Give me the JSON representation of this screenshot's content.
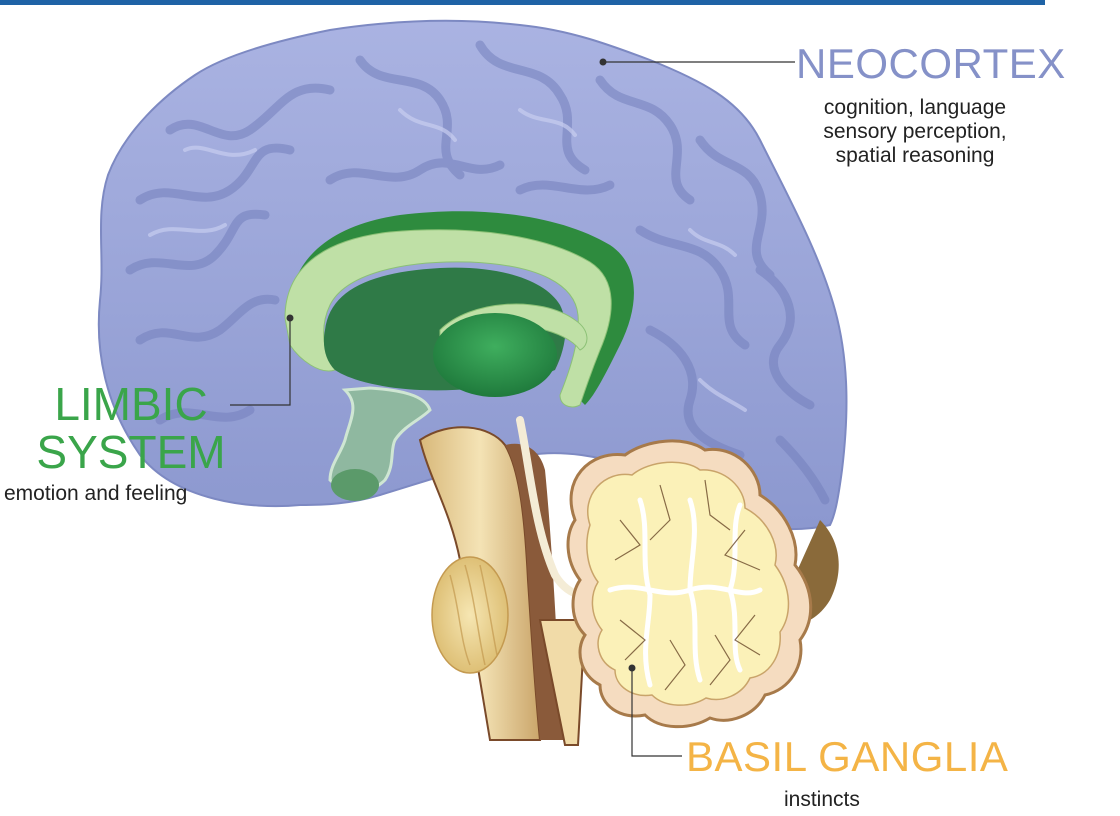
{
  "neocortex": {
    "title": "NEOCORTEX",
    "desc": [
      "cognition, language",
      "sensory perception,",
      "spatial reasoning"
    ],
    "color": "#8591c8"
  },
  "limbic": {
    "title_line1": "LIMBIC",
    "title_line2": "SYSTEM",
    "desc": "emotion and feeling",
    "color": "#3aa54a"
  },
  "basal": {
    "title": "BASIL GANGLIA",
    "desc": "instincts",
    "color": "#f4b446"
  },
  "colors": {
    "brain": "#9ba6d8",
    "limbic_dark": "#2e7d3a",
    "limbic_light": "#bfe0a6",
    "cerebellum": "#f7eab8",
    "stem": "#e6cf9a",
    "rule": "#1f63a6"
  }
}
